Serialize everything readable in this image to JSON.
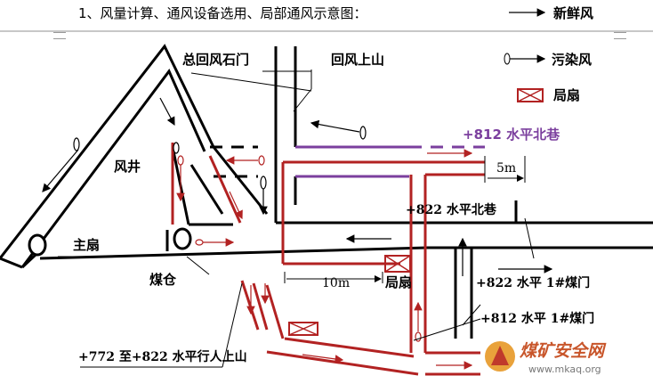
{
  "header": {
    "title": "1、风量计算、通风设备选用、局部通风示意图："
  },
  "legend": {
    "fresh_air": "新鲜风",
    "polluted_air": "污染风",
    "local_fan": "局扇"
  },
  "labels": {
    "main_return_door": "总回风石门",
    "return_uphill": "回风上山",
    "north_lane_812": "+812 水平北巷",
    "shaft": "风井",
    "main_fan": "主扇",
    "north_lane_822": "+822 水平北巷",
    "coal_bin": "煤仓",
    "dim_5m": "5m",
    "dim_10m": "10m",
    "local_fan": "局扇",
    "door_822": "+822 水平 1#煤门",
    "door_812": "+812 水平 1#煤门",
    "pedestrian_uphill": "+772 至+822 水平行人上山"
  },
  "watermark": {
    "cn": "煤矿安全网",
    "url": "www.mkaq.org"
  },
  "colors": {
    "fresh": "#b22222",
    "polluted": "#000000",
    "purple": "#7b3f9e",
    "wall": "#000000"
  }
}
